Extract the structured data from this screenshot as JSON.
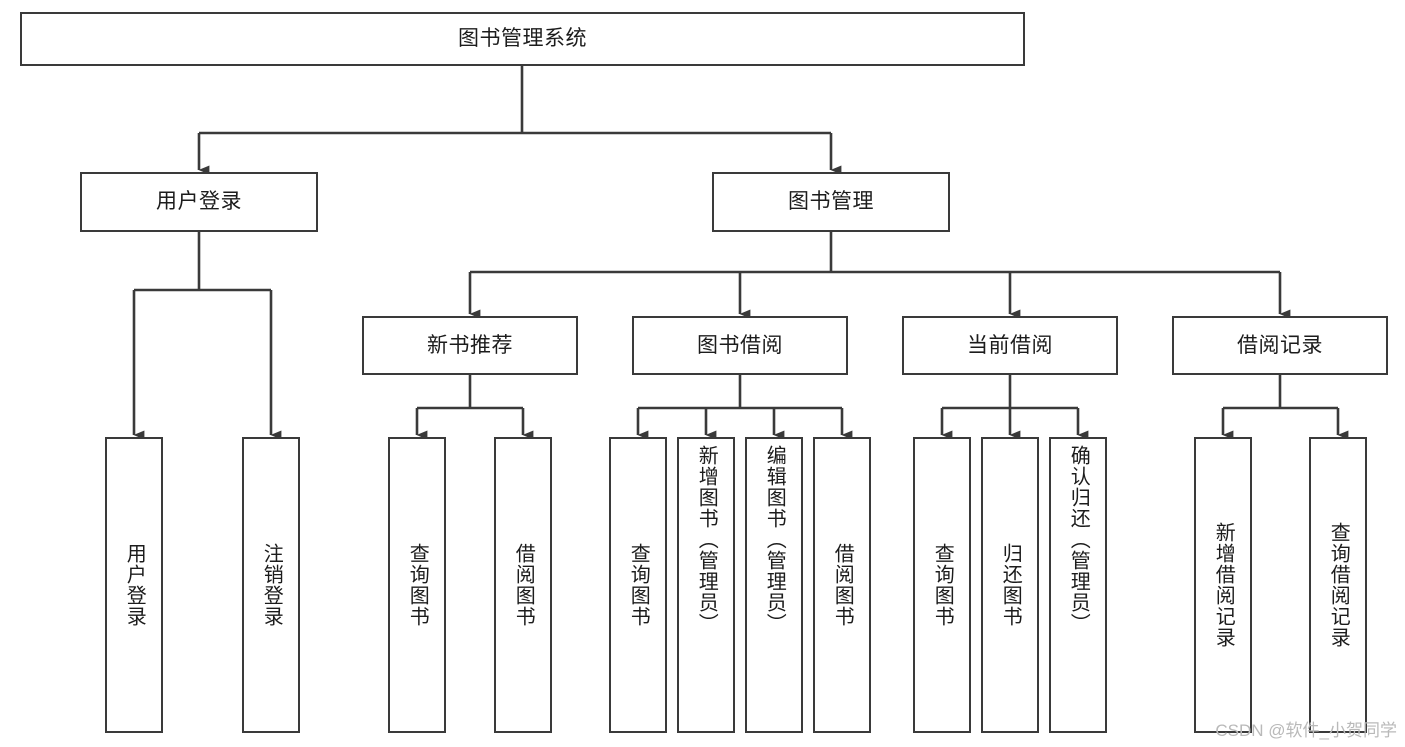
{
  "diagram": {
    "type": "tree-hierarchy-chart",
    "title": "图书管理系统",
    "watermark": "CSDN @软件_小贺同学",
    "colors": {
      "stroke": "#3a3a3a",
      "background": "#ffffff",
      "text": "#1c1c1c",
      "watermark": "#b9b9b9"
    },
    "levels": {
      "root": {
        "id": "root",
        "label": "图书管理系统"
      },
      "level2": [
        {
          "id": "user-login",
          "label": "用户登录"
        },
        {
          "id": "book-management",
          "label": "图书管理"
        }
      ],
      "level3": [
        {
          "id": "new-book-recommend",
          "label": "新书推荐",
          "parent": "book-management"
        },
        {
          "id": "book-borrow",
          "label": "图书借阅",
          "parent": "book-management"
        },
        {
          "id": "current-borrow",
          "label": "当前借阅",
          "parent": "book-management"
        },
        {
          "id": "borrow-record",
          "label": "借阅记录",
          "parent": "book-management"
        }
      ],
      "leaves": [
        {
          "id": "leaf-user-login",
          "label": "用户登录",
          "parent": "user-login"
        },
        {
          "id": "leaf-logout-login",
          "label": "注销登录",
          "parent": "user-login"
        },
        {
          "id": "leaf-query-book-1",
          "label": "查询图书",
          "parent": "new-book-recommend"
        },
        {
          "id": "leaf-borrow-book-1",
          "label": "借阅图书",
          "parent": "new-book-recommend"
        },
        {
          "id": "leaf-query-book-2",
          "label": "查询图书",
          "parent": "book-borrow"
        },
        {
          "id": "leaf-add-book",
          "label": "新增图书（管理员）",
          "parent": "book-borrow"
        },
        {
          "id": "leaf-edit-book",
          "label": "编辑图书（管理员）",
          "parent": "book-borrow"
        },
        {
          "id": "leaf-borrow-book-2",
          "label": "借阅图书",
          "parent": "book-borrow"
        },
        {
          "id": "leaf-query-book-3",
          "label": "查询图书",
          "parent": "current-borrow"
        },
        {
          "id": "leaf-return-book",
          "label": "归还图书",
          "parent": "current-borrow"
        },
        {
          "id": "leaf-confirm-return",
          "label": "确认归还（管理员）",
          "parent": "current-borrow"
        },
        {
          "id": "leaf-add-record",
          "label": "新增借阅记录",
          "parent": "borrow-record"
        },
        {
          "id": "leaf-query-record",
          "label": "查询借阅记录",
          "parent": "borrow-record"
        }
      ]
    }
  }
}
